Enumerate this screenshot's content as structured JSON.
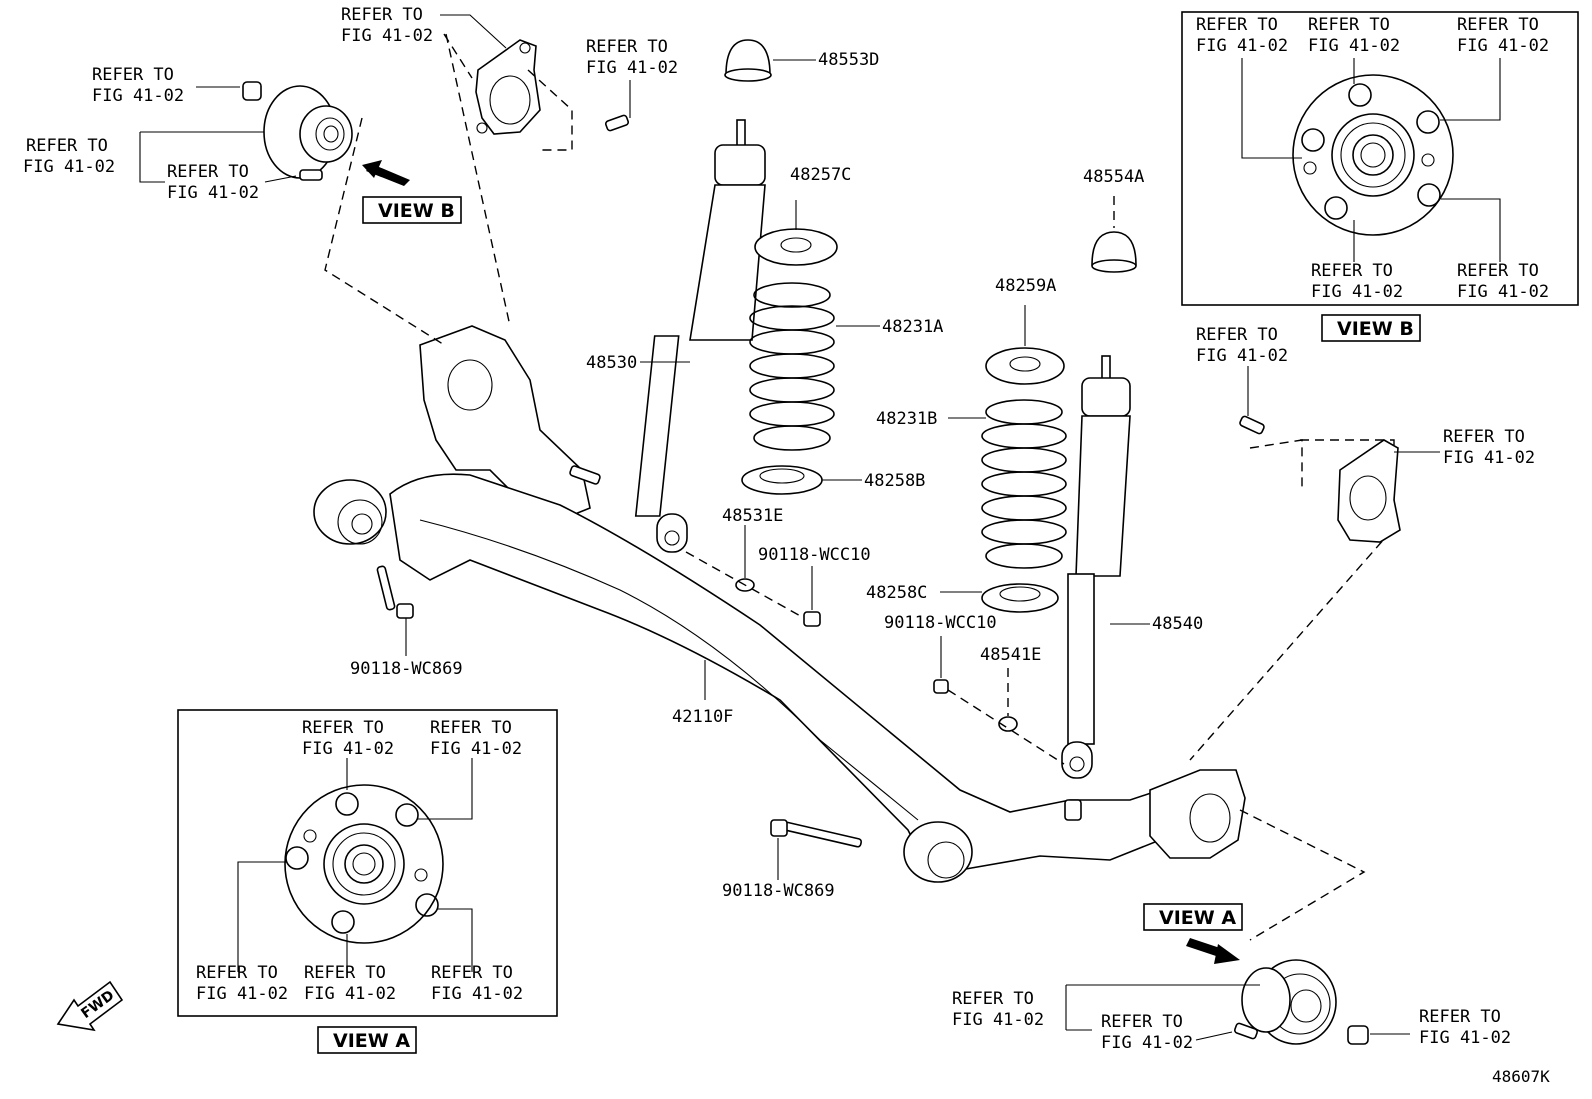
{
  "refer": {
    "line1": "REFER TO",
    "line2": "FIG 41-02"
  },
  "parts": {
    "p48553D": "48553D",
    "p48257C": "48257C",
    "p48554A": "48554A",
    "p48530": "48530",
    "p48231A": "48231A",
    "p48259A": "48259A",
    "p48231B": "48231B",
    "p48258B": "48258B",
    "p48531E": "48531E",
    "p90118WCC10a": "90118-WCC10",
    "p48258C": "48258C",
    "p90118WCC10b": "90118-WCC10",
    "p48540": "48540",
    "p48541E": "48541E",
    "p90118WC869a": "90118-WC869",
    "p42110F": "42110F",
    "p90118WC869b": "90118-WC869"
  },
  "views": {
    "view_a": "VIEW A",
    "view_b": "VIEW B"
  },
  "fwd": "FWD",
  "figure_code": "48607K"
}
